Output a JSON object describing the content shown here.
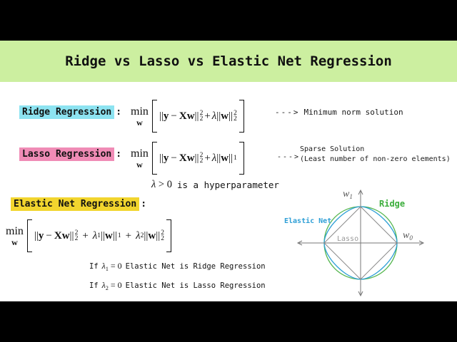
{
  "title": "Ridge vs Lasso vs Elastic Net Regression",
  "ridge": {
    "label": "Ridge Regression",
    "colon": ":",
    "arrow": "--->",
    "note": "Minimum norm solution"
  },
  "lasso": {
    "label": "Lasso Regression",
    "colon": ":",
    "arrow": "--->",
    "note_line1": "Sparse Solution",
    "note_line2": "(Least number of non-zero elements)"
  },
  "hyperparameter": {
    "lambda": "λ",
    "condition": "> 0",
    "text": "is a hyperparameter"
  },
  "elastic": {
    "label": "Elastic Net Regression",
    "colon": ":"
  },
  "conditions": {
    "if_word": "If",
    "eq": "= 0",
    "sub1": "1",
    "sub2": "2",
    "ridge_text": "Elastic Net is Ridge Regression",
    "lasso_text": "Elastic Net is Lasso Regression"
  },
  "tok": {
    "min": "min",
    "w": "w",
    "norm": "||",
    "y": "y",
    "minus": "−",
    "Xw": "Xw",
    "plus": "+",
    "lambda": "λ",
    "one": "1",
    "two": "2"
  },
  "diagram": {
    "axis_x": "w",
    "axis_x_sub": "0",
    "axis_y": "w",
    "axis_y_sub": "1",
    "ridge_label": "Ridge",
    "lasso_label": "Lasso",
    "elastic_label": "Elastic Net"
  },
  "colors": {
    "title_band": "#ccefa0",
    "ridge_highlight": "#8de3f1",
    "lasso_highlight": "#f08cb6",
    "elastic_highlight": "#f2d52e",
    "ridge_curve": "#55b64f",
    "elastic_curve": "#2e9fd6",
    "lasso_curve": "#8a8a8a"
  }
}
